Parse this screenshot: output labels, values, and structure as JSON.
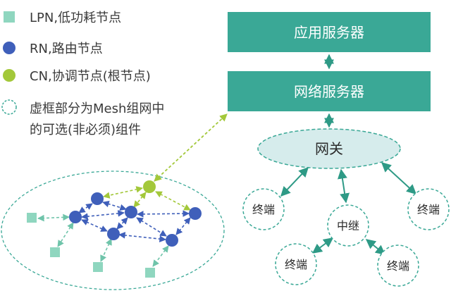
{
  "legend": {
    "lpn": "LPN,低功耗节点",
    "rn": "RN,路由节点",
    "cn": "CN,协调节点(根节点)",
    "optional_line1": "虚框部分为Mesh组网中",
    "optional_line2": "的可选(非必须)组件"
  },
  "boxes": {
    "app_server": "应用服务器",
    "network_server": "网络服务器"
  },
  "gateway": "网关",
  "nodes": {
    "terminal": "终端",
    "relay": "中继"
  },
  "colors": {
    "teal": "#3aa896",
    "lpn": "#8fd6bf",
    "rn": "#3f5fba",
    "cn": "#a3c83a",
    "gateway_fill": "#d6ecec",
    "dash": "#3aa896"
  }
}
